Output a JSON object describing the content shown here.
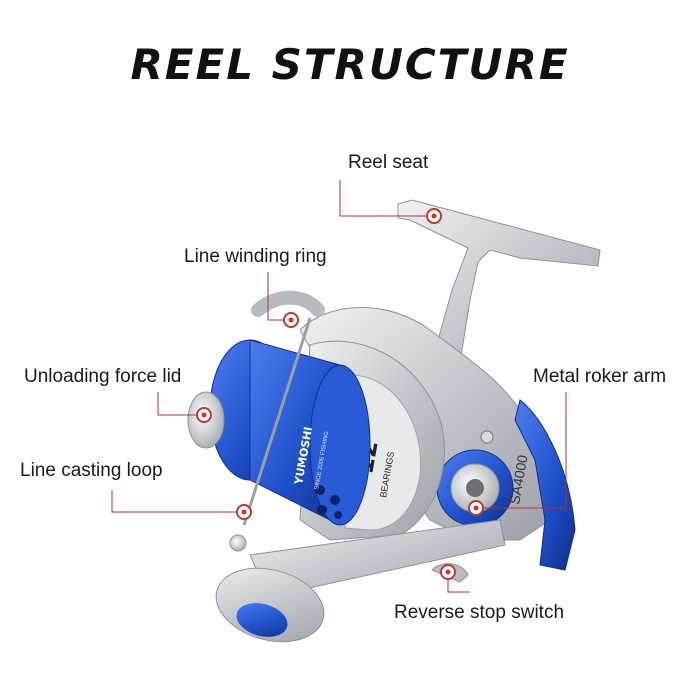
{
  "title": "REEL STRUCTURE",
  "reel": {
    "brand": "YUMOSHI",
    "brand_sub": "SINCE 2006 FISHING",
    "bearings_count": "12",
    "bearings_label": "BEARINGS",
    "model": "SA4000"
  },
  "labels": {
    "reel_seat": "Reel seat",
    "line_winding_ring": "Line winding ring",
    "unloading_force_lid": "Unloading force lid",
    "metal_roker_arm": "Metal roker arm",
    "line_casting_loop": "Line casting loop",
    "reverse_stop_switch": "Reverse stop switch"
  },
  "colors": {
    "accent_blue": "#1f4fc8",
    "silver": "#c9ccd1",
    "pointer": "#c0392b"
  }
}
